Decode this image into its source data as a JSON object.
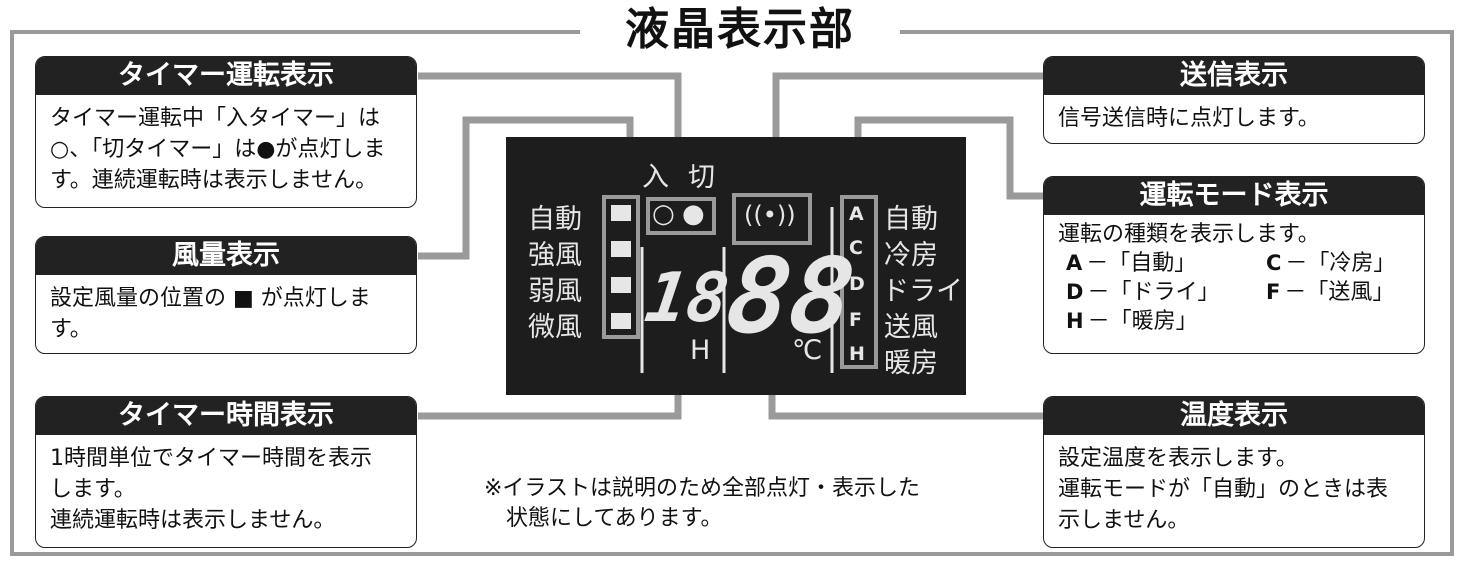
{
  "title": "液晶表示部",
  "boxes": {
    "timer_run": {
      "header": "タイマー運転表示",
      "lines": [
        "タイマー運転中「入タイマー」は",
        "○、「切タイマー」は●が点灯しま",
        "す。連続運転時は表示しません。"
      ]
    },
    "fan": {
      "header": "風量表示",
      "lines": [
        "設定風量の位置の ■ が点灯しま",
        "す。"
      ]
    },
    "timer_time": {
      "header": "タイマー時間表示",
      "lines": [
        "1時間単位でタイマー時間を表示",
        "します。",
        "連続運転時は表示しません。"
      ]
    },
    "send": {
      "header": "送信表示",
      "lines": [
        "信号送信時に点灯します。"
      ]
    },
    "mode": {
      "header": "運転モード表示",
      "intro": "運転の種類を表示します。",
      "items": [
        {
          "letter": "A",
          "text": "－「自動」"
        },
        {
          "letter": "C",
          "text": "－「冷房」"
        },
        {
          "letter": "D",
          "text": "－「ドライ」"
        },
        {
          "letter": "F",
          "text": "－「送風」"
        },
        {
          "letter": "H",
          "text": "－「暖房」"
        }
      ]
    },
    "temp": {
      "header": "温度表示",
      "lines": [
        "設定温度を表示します。",
        "運転モードが「自動」のときは表",
        "示しません。"
      ]
    }
  },
  "lcd": {
    "on": "入",
    "off": "切",
    "fan_levels": [
      "自動",
      "強風",
      "弱風",
      "微風"
    ],
    "mode_letters": [
      "A",
      "C",
      "D",
      "F",
      "H"
    ],
    "mode_names": [
      "自動",
      "冷房",
      "ドライ",
      "送風",
      "暖房"
    ],
    "timer_digits": "18",
    "hour_unit": "H",
    "temp_digits": "88",
    "temp_unit": "℃",
    "open_circle": "○",
    "filled_circle": "●",
    "signal": "((•))"
  },
  "note": [
    "※イラストは説明のため全部点灯・表示した",
    "状態にしてあります。"
  ],
  "colors": {
    "connector": "#9a9a9a",
    "lcd_bg": "#1d1d1d",
    "header_bg": "#222222"
  }
}
